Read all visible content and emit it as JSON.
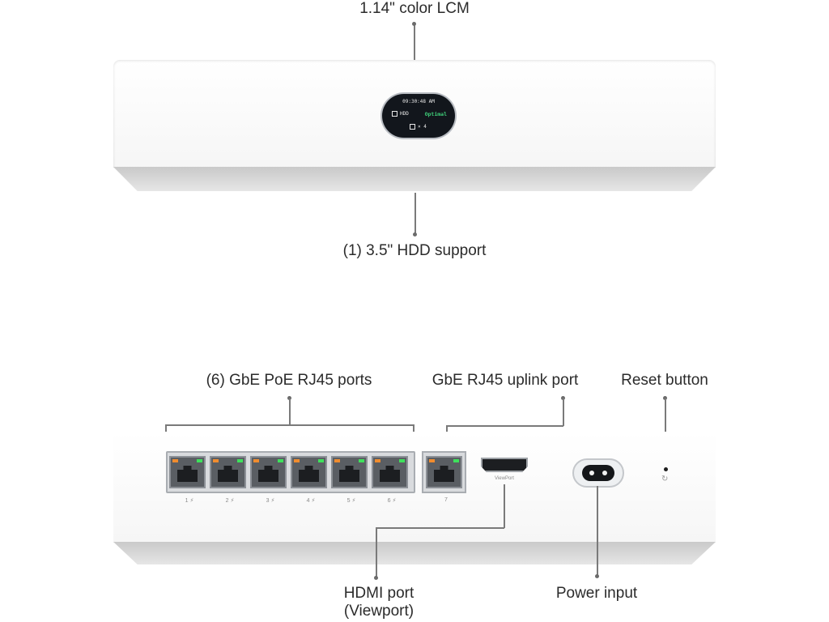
{
  "callouts": {
    "lcm": "1.14\" color LCM",
    "hdd": "(1) 3.5\" HDD support",
    "poe_ports": "(6) GbE PoE RJ45 ports",
    "uplink": "GbE RJ45 uplink port",
    "reset": "Reset button",
    "hdmi_line1": "HDMI port",
    "hdmi_line2": "(Viewport)",
    "power": "Power input"
  },
  "lcm_screen": {
    "time": "09:30:48 AM",
    "hdd_label": "HDD",
    "status": "Optimal",
    "count": "× 4"
  },
  "port_labels": [
    "1",
    "2",
    "3",
    "4",
    "5",
    "6",
    "7"
  ],
  "hdmi_port_text": "ViewPort",
  "colors": {
    "led_orange": "#f08c2e",
    "led_green": "#3ee05b",
    "status_green": "#3fd07a"
  }
}
